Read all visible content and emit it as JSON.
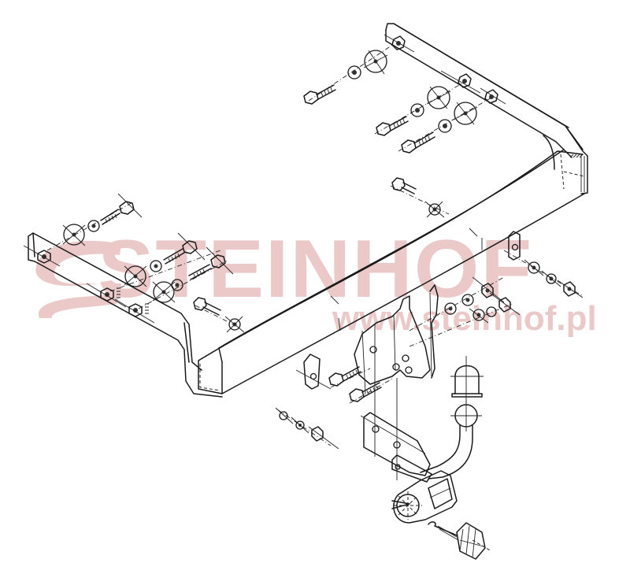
{
  "diagram": {
    "type": "exploded-assembly-drawing",
    "subject": "tow bar / towing hitch",
    "watermark": {
      "brand": "STEINHOF",
      "url": "www.steinhof.pl",
      "color": "#ecc9c9"
    },
    "line_color": "#1a1a1a",
    "background": "#ffffff",
    "components": [
      {
        "id": "main-crossbeam",
        "label": "main cross beam"
      },
      {
        "id": "left-side-bracket",
        "label": "left mounting bracket"
      },
      {
        "id": "right-side-bracket",
        "label": "right mounting bracket"
      },
      {
        "id": "center-mounting-plate",
        "label": "center mounting plate"
      },
      {
        "id": "tow-ball-arm",
        "label": "tow ball arm (neck)"
      },
      {
        "id": "tow-ball-cap",
        "label": "tow ball cap"
      },
      {
        "id": "socket-plate",
        "label": "electrical socket plate"
      },
      {
        "id": "electrical-socket",
        "label": "electrical socket"
      },
      {
        "id": "bolts-washers-nuts",
        "label": "fasteners: bolts, washers, nuts"
      }
    ]
  }
}
